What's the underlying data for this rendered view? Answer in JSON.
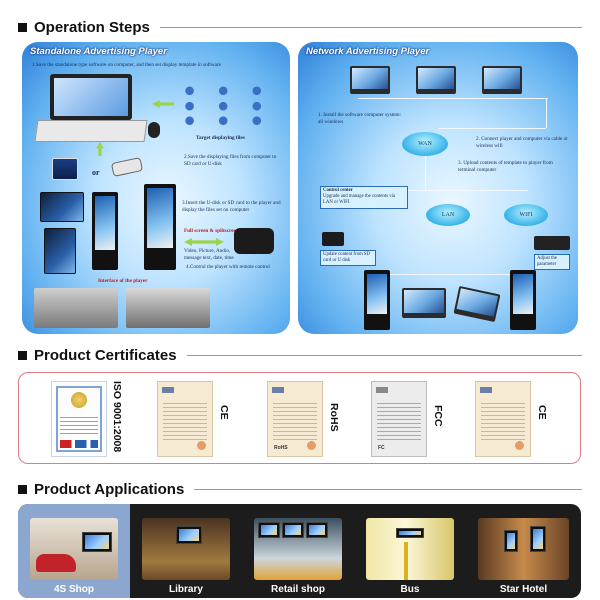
{
  "sections": {
    "operation": "Operation Steps",
    "certificates": "Product Certificates",
    "applications": "Product Applications"
  },
  "standalone": {
    "title": "Standalone Advertising Player",
    "step1": "1.Save the standalone type software on computer, and then set display template in software",
    "target_files": "Target displaying files",
    "or": "or",
    "step2": "2.Save the displaying files from computer to SD card or U-disk",
    "step3": "3.Insert the U-disk or SD card to the player and display the files set on computer",
    "fullscreen": "Full screen & splitscreen",
    "media": "Video, Picture, Audio, message text, date, time",
    "step4": "4.Control the player with remote control",
    "interface": "Interface of the player"
  },
  "network": {
    "title": "Network Advertising Player",
    "step1": "1. Install the software computer system: all windows",
    "step2": "2. Connect player and computer via cable or wireless wifi",
    "step3": "3. Upload contents of template to player from terminal computer",
    "wan": "WAN",
    "lan": "LAN",
    "wifi": "WIFI",
    "control_center": "Control center",
    "control_center_desc": "Upgrade and manage the contents via LAN or WIFI",
    "update_content": "Update content from SD card or U disk",
    "adjust": "Adjust the parameter"
  },
  "certificates": [
    {
      "label": "ISO 9001:2008",
      "kind": "iso",
      "tag": ""
    },
    {
      "label": "CE",
      "kind": "doc",
      "tag": ""
    },
    {
      "label": "RoHS",
      "kind": "doc",
      "tag": "RoHS"
    },
    {
      "label": "FCC",
      "kind": "fcc",
      "tag": "FC"
    },
    {
      "label": "CE",
      "kind": "doc",
      "tag": ""
    }
  ],
  "applications": [
    {
      "label": "4S Shop",
      "active": true
    },
    {
      "label": "Library",
      "active": false
    },
    {
      "label": "Retail shop",
      "active": false
    },
    {
      "label": "Bus",
      "active": false
    },
    {
      "label": "Star Hotel",
      "active": false
    }
  ],
  "colors": {
    "cert_border": "#e07b85",
    "apps_bg": "#1c1c1c",
    "active_tab": "#8ba7cf",
    "panel_blue": "#2f7fd8"
  }
}
